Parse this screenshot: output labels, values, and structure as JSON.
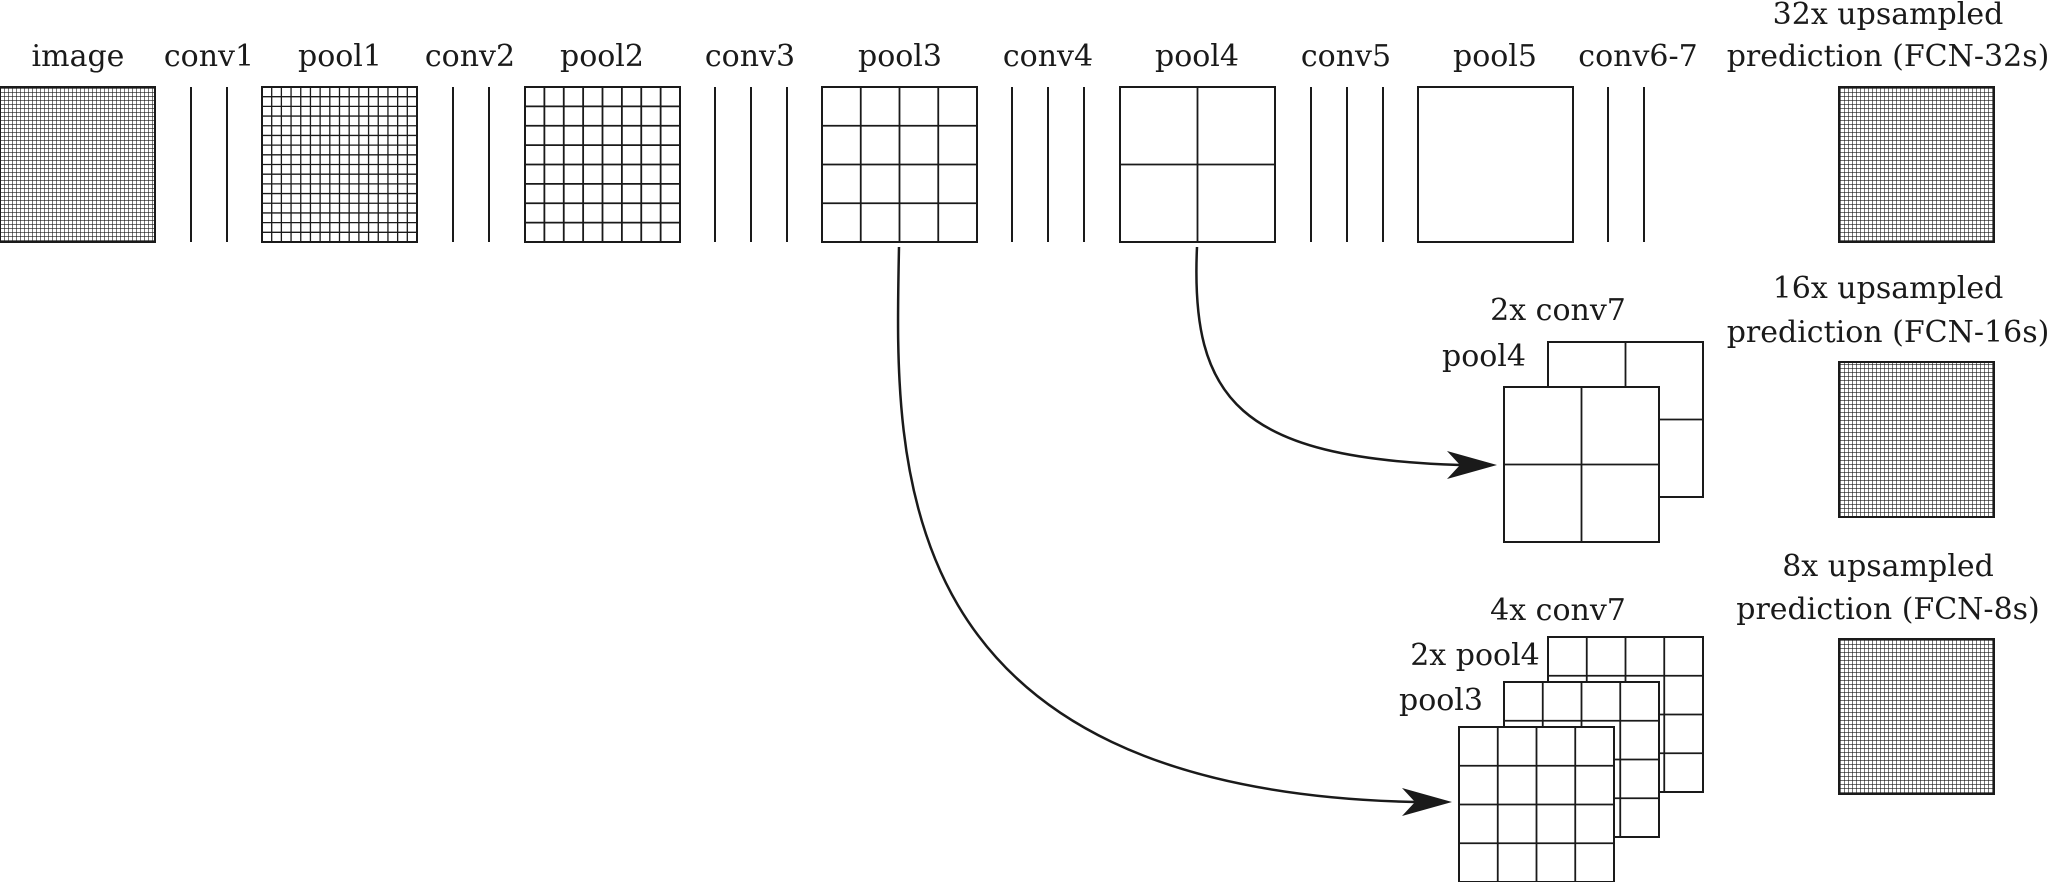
{
  "stage_labels": {
    "image": "image",
    "conv1": "conv1",
    "pool1": "pool1",
    "conv2": "conv2",
    "pool2": "pool2",
    "conv3": "conv3",
    "pool3": "pool3",
    "conv4": "conv4",
    "pool4": "pool4",
    "conv5": "conv5",
    "pool5": "pool5",
    "conv67": "conv6-7"
  },
  "predictions": {
    "fcn32": {
      "line1": "32x upsampled",
      "line2": "prediction (FCN-32s)"
    },
    "fcn16": {
      "line1": "16x upsampled",
      "line2": "prediction (FCN-16s)"
    },
    "fcn8": {
      "line1": "8x upsampled",
      "line2": "prediction (FCN-8s)"
    }
  },
  "fusion16": {
    "conv7_label": "2x conv7",
    "pool4_label": "pool4"
  },
  "fusion8": {
    "conv7_label": "4x conv7",
    "pool4_label": "2x pool4",
    "pool3_label": "pool3"
  },
  "colors": {
    "stroke": "#1a1a1a",
    "background": "#ffffff"
  }
}
